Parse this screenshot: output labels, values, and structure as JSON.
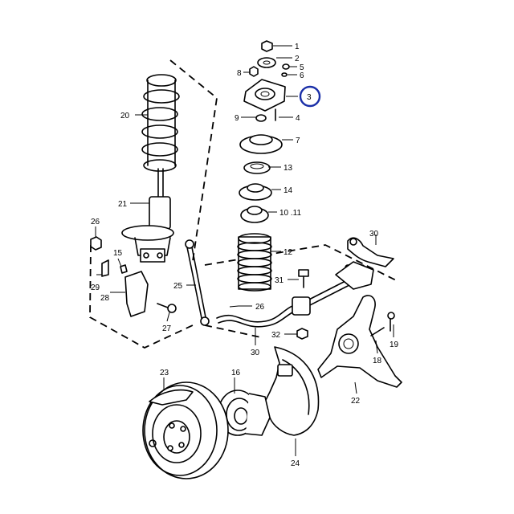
{
  "callouts": [
    {
      "id": "c1",
      "label": "1"
    },
    {
      "id": "c2",
      "label": "2"
    },
    {
      "id": "c3",
      "label": "3"
    },
    {
      "id": "c4",
      "label": "4"
    },
    {
      "id": "c5",
      "label": "5"
    },
    {
      "id": "c6",
      "label": "6"
    },
    {
      "id": "c7",
      "label": "7"
    },
    {
      "id": "c8",
      "label": "8"
    },
    {
      "id": "c9",
      "label": "9"
    },
    {
      "id": "c10",
      "label": "10 .11"
    },
    {
      "id": "c12",
      "label": "12"
    },
    {
      "id": "c13",
      "label": "13"
    },
    {
      "id": "c14",
      "label": "14"
    },
    {
      "id": "c15",
      "label": "15"
    },
    {
      "id": "c16",
      "label": "16"
    },
    {
      "id": "c18",
      "label": "18"
    },
    {
      "id": "c19",
      "label": "19"
    },
    {
      "id": "c20",
      "label": "20"
    },
    {
      "id": "c21",
      "label": "21"
    },
    {
      "id": "c22",
      "label": "22"
    },
    {
      "id": "c23",
      "label": "23"
    },
    {
      "id": "c24",
      "label": "24"
    },
    {
      "id": "c25",
      "label": "25"
    },
    {
      "id": "c26a",
      "label": "26"
    },
    {
      "id": "c26b",
      "label": "26"
    },
    {
      "id": "c27",
      "label": "27"
    },
    {
      "id": "c28",
      "label": "28"
    },
    {
      "id": "c29",
      "label": "29"
    },
    {
      "id": "c30a",
      "label": "30"
    },
    {
      "id": "c30b",
      "label": "30"
    },
    {
      "id": "c31",
      "label": "31"
    },
    {
      "id": "c32",
      "label": "32"
    }
  ],
  "highlight": {
    "label": "3",
    "color": "#1a2fa8"
  }
}
